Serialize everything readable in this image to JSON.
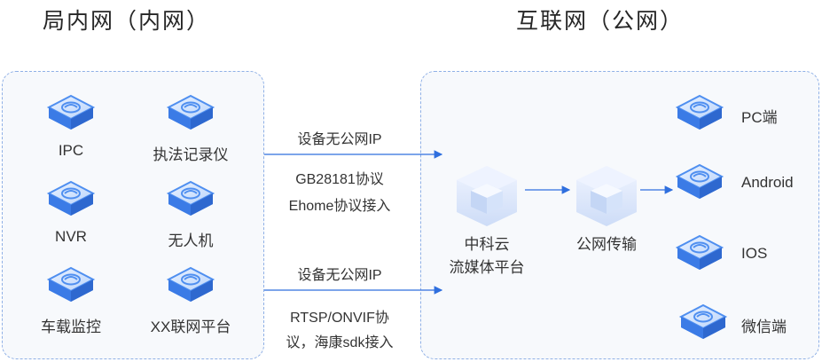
{
  "titles": {
    "left": "局内网（内网）",
    "right": "互联网（公网）"
  },
  "left_devices": [
    {
      "label": "IPC"
    },
    {
      "label": "执法记录仪"
    },
    {
      "label": "NVR"
    },
    {
      "label": "无人机"
    },
    {
      "label": "车载监控"
    },
    {
      "label": "XX联网平台"
    }
  ],
  "links": {
    "top": {
      "line1": "设备无公网IP",
      "line2": "GB28181协议",
      "line3": "Ehome协议接入"
    },
    "bottom": {
      "line1": "设备无公网IP",
      "line2": "RTSP/ONVIF协",
      "line3": "议，海康sdk接入"
    }
  },
  "platform": {
    "line1": "中科云",
    "line2": "流媒体平台"
  },
  "transfer": {
    "label": "公网传输"
  },
  "clients": [
    {
      "label": "PC端"
    },
    {
      "label": "Android"
    },
    {
      "label": "IOS"
    },
    {
      "label": "微信端"
    }
  ],
  "colors": {
    "accent": "#2f6fde",
    "panel_border": "#8fb0e6",
    "panel_bg": "#f7f9fc",
    "device_icon": "#4f8ff0"
  }
}
